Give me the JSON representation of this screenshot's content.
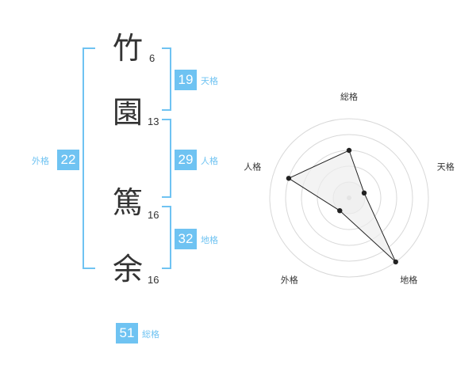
{
  "name": {
    "characters": [
      {
        "char": "竹",
        "strokes": "6"
      },
      {
        "char": "園",
        "strokes": "13"
      },
      {
        "char": "篤",
        "strokes": "16"
      },
      {
        "char": "余",
        "strokes": "16"
      }
    ]
  },
  "kakusu": {
    "tenkaku": {
      "value": "19",
      "label": "天格"
    },
    "jinkaku": {
      "value": "29",
      "label": "人格"
    },
    "chikaku": {
      "value": "32",
      "label": "地格"
    },
    "gaikaku": {
      "value": "22",
      "label": "外格"
    },
    "soukaku": {
      "value": "51",
      "label": "総格"
    }
  },
  "radar": {
    "axes": [
      "総格",
      "天格",
      "地格",
      "外格",
      "人格"
    ],
    "levels": 5,
    "values": [
      3,
      1,
      5,
      1,
      4
    ],
    "max": 5,
    "colors": {
      "ring": "#d8d8d8",
      "fill": "#eeeeee",
      "line": "#222222",
      "center": "#cccccc"
    }
  },
  "colors": {
    "accent": "#6fc3f2",
    "text": "#333333"
  }
}
